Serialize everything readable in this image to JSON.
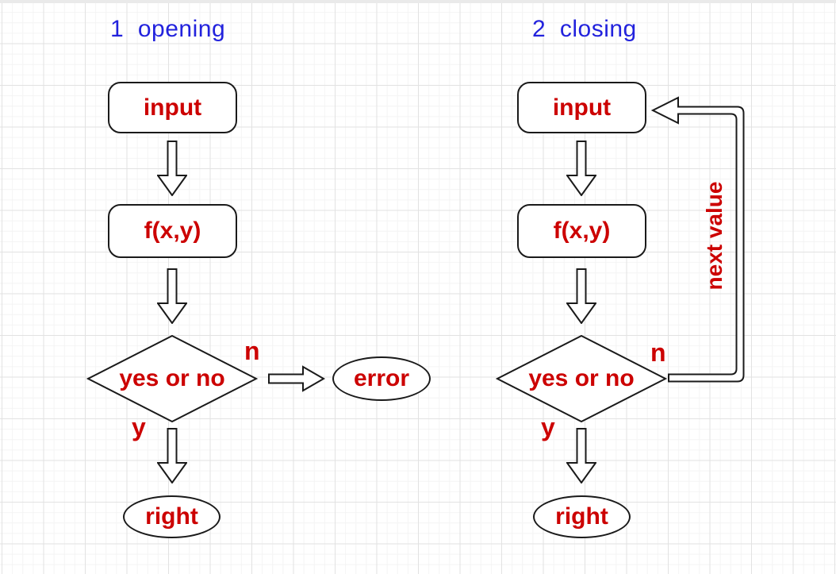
{
  "colors": {
    "title_blue": "#2222dd",
    "text_red": "#cc0000",
    "shape_stroke": "#1a1a1a",
    "grid_minor": "#f4f4f4",
    "grid_major": "#e2e2e2"
  },
  "flowcharts": [
    {
      "id": "opening",
      "title": "1  opening",
      "nodes": {
        "input": "input",
        "function": "f(x,y)",
        "decision": "yes or no",
        "error": "error",
        "result": "right"
      },
      "branch_labels": {
        "no": "n",
        "yes": "y"
      }
    },
    {
      "id": "closing",
      "title": "2  closing",
      "nodes": {
        "input": "input",
        "function": "f(x,y)",
        "decision": "yes or no",
        "result": "right"
      },
      "branch_labels": {
        "no": "n",
        "yes": "y"
      },
      "loop_label": "next value"
    }
  ]
}
